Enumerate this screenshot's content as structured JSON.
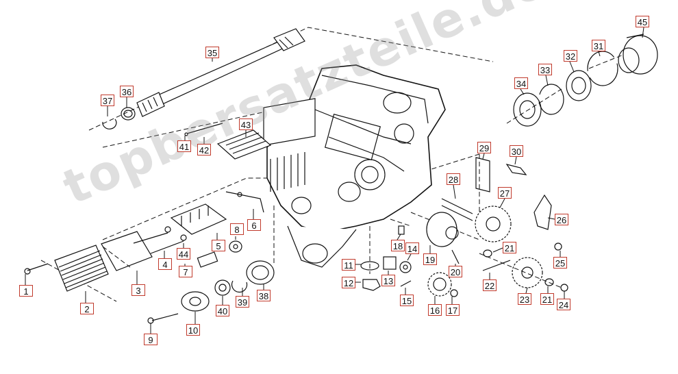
{
  "watermark": "topbersatzteile.de",
  "colors": {
    "label_border": "#c0392b",
    "line": "#111111"
  },
  "callouts": [
    "1",
    "2",
    "3",
    "4",
    "5",
    "6",
    "7",
    "8",
    "9",
    "10",
    "11",
    "12",
    "13",
    "14",
    "15",
    "16",
    "17",
    "18",
    "19",
    "20",
    "21",
    "21",
    "22",
    "23",
    "24",
    "25",
    "26",
    "27",
    "28",
    "29",
    "30",
    "31",
    "32",
    "33",
    "34",
    "35",
    "36",
    "37",
    "38",
    "39",
    "40",
    "41",
    "42",
    "43",
    "44",
    "45"
  ]
}
